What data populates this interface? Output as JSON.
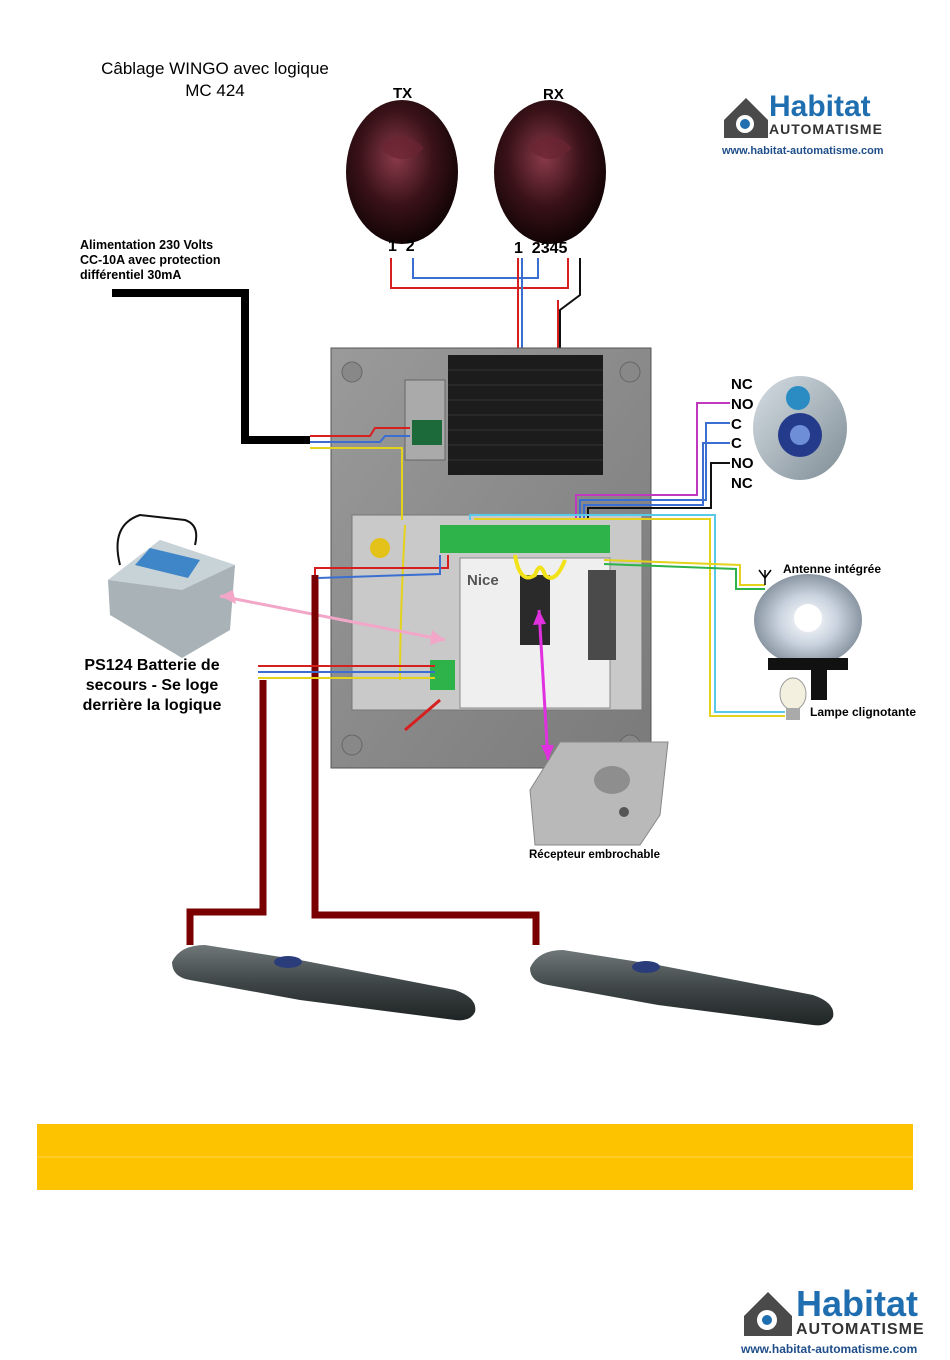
{
  "title": {
    "line1": "Câblage WINGO avec logique",
    "line2": "MC 424"
  },
  "photocells": {
    "tx": "TX",
    "rx": "RX",
    "tx_pins": "1  2",
    "rx_pins": "1  2345"
  },
  "power": {
    "line1": "Alimentation 230 Volts",
    "line2": "CC-10A avec protection",
    "line3": "différentiel 30mA"
  },
  "battery": {
    "line1": "PS124 Batterie de",
    "line2": "secours - Se loge",
    "line3": "derrière la logique"
  },
  "key_switch_terminals": [
    "NC",
    "NO",
    "C",
    "C",
    "NO",
    "NC"
  ],
  "antenna_label": "Antenne intégrée",
  "lamp_label": "Lampe clignotante",
  "receiver_label": "Récepteur embrochable",
  "board_brand": "Nice",
  "logo": {
    "name": "Habitat",
    "sub": "AUTOMATISME",
    "url": "www.habitat-automatisme.com"
  },
  "colors": {
    "banner": "#fdc300",
    "motor_cable": "#7a0000",
    "logo_blue": "#1f6fb0"
  }
}
